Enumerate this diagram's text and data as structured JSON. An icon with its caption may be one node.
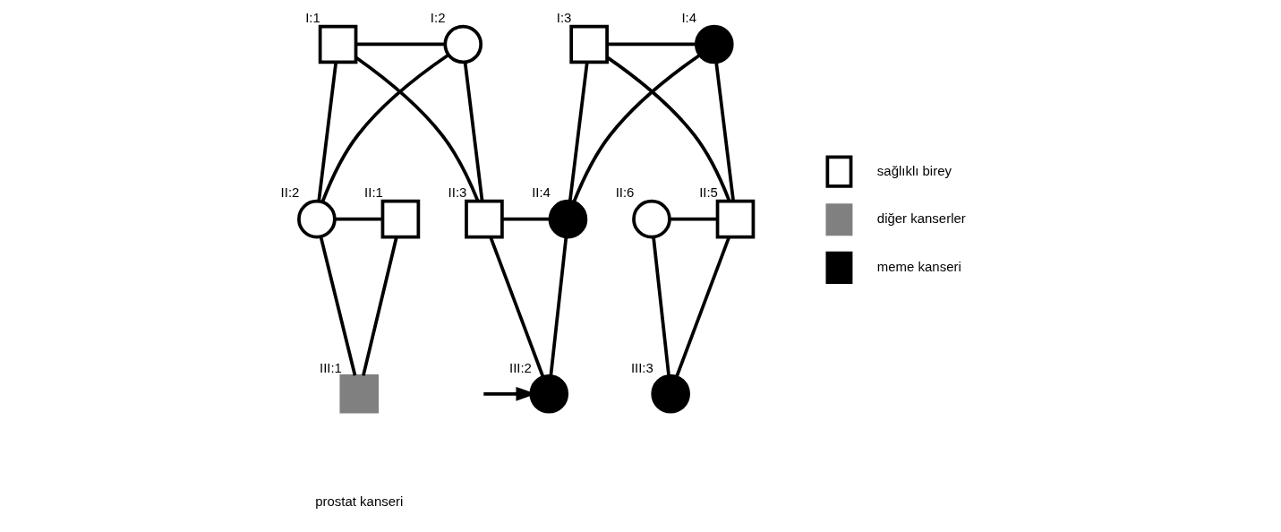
{
  "diagram": {
    "nodes": [
      {
        "text": [],
        "shape": "box",
        "beside": [
          "I:1"
        ]
      },
      {
        "text": [],
        "shape": "circle",
        "beside": [
          "I:2"
        ]
      },
      {
        "text": [],
        "shape": "box",
        "beside": [
          "I:3"
        ]
      },
      {
        "text": [],
        "shape": "circle",
        "beside": [
          "I:4"
        ]
      },
      {
        "text": [],
        "shape": "box",
        "beside": [
          "II:1"
        ]
      },
      {
        "text": [],
        "shape": "circle",
        "beside": [
          "II:2"
        ]
      },
      {
        "text": [],
        "shape": "box",
        "beside": [
          "II:3"
        ]
      },
      {
        "text": [],
        "shape": "circle",
        "beside": [
          "II:4"
        ]
      },
      {
        "text": [],
        "shape": "box",
        "beside": [
          "II:5"
        ]
      },
      {
        "text": [],
        "shape": "circle",
        "beside": [
          "II:6"
        ]
      },
      {
        "text": [],
        "shape": "box",
        "beside": [
          "III:1"
        ]
      },
      {
        "text": [],
        "shape": "circle",
        "beside": [
          "III:2"
        ]
      },
      {
        "text": [],
        "shape": "circle",
        "beside": [
          "III:3"
        ]
      }
    ],
    "edges": [
      {
        "from": 0,
        "to": 1,
        "arrow": "none"
      },
      {
        "from": 2,
        "to": 3,
        "arrow": "none"
      },
      {
        "from": 0,
        "to": 5,
        "arrow": "none"
      },
      {
        "from": 1,
        "to": 5,
        "arrow": "none"
      },
      {
        "from": 0,
        "to": 6,
        "arrow": "none"
      },
      {
        "from": 1,
        "to": 6,
        "arrow": "none"
      },
      {
        "from": 2,
        "to": 7,
        "arrow": "none"
      },
      {
        "from": 3,
        "to": 7,
        "arrow": "none"
      },
      {
        "from": 2,
        "to": 8,
        "arrow": "none"
      },
      {
        "from": 3,
        "to": 8,
        "arrow": "none"
      },
      {
        "from": 4,
        "to": 5,
        "arrow": "none"
      },
      {
        "from": 6,
        "to": 7,
        "arrow": "none"
      },
      {
        "from": 8,
        "to": 9,
        "arrow": "none"
      },
      {
        "from": 4,
        "to": 10,
        "arrow": "none"
      },
      {
        "from": 5,
        "to": 10,
        "arrow": "none"
      },
      {
        "from": 6,
        "to": 11,
        "arrow": "none"
      },
      {
        "from": 7,
        "to": 11,
        "arrow": "none"
      },
      {
        "from": 8,
        "to": 12,
        "arrow": "none"
      },
      {
        "from": 9,
        "to": 12,
        "arrow": "none"
      },
      {
        "from": null,
        "to": 11,
        "arrow": "to"
      }
    ],
    "labels": [
      "prostat kanseri"
    ],
    "legend": [
      {
        "text": "sağlıklı birey"
      },
      {
        "text": "diğer kanserler",
        "color": "#808080"
      },
      {
        "text": "meme kanseri",
        "color": "#000000"
      }
    ]
  }
}
